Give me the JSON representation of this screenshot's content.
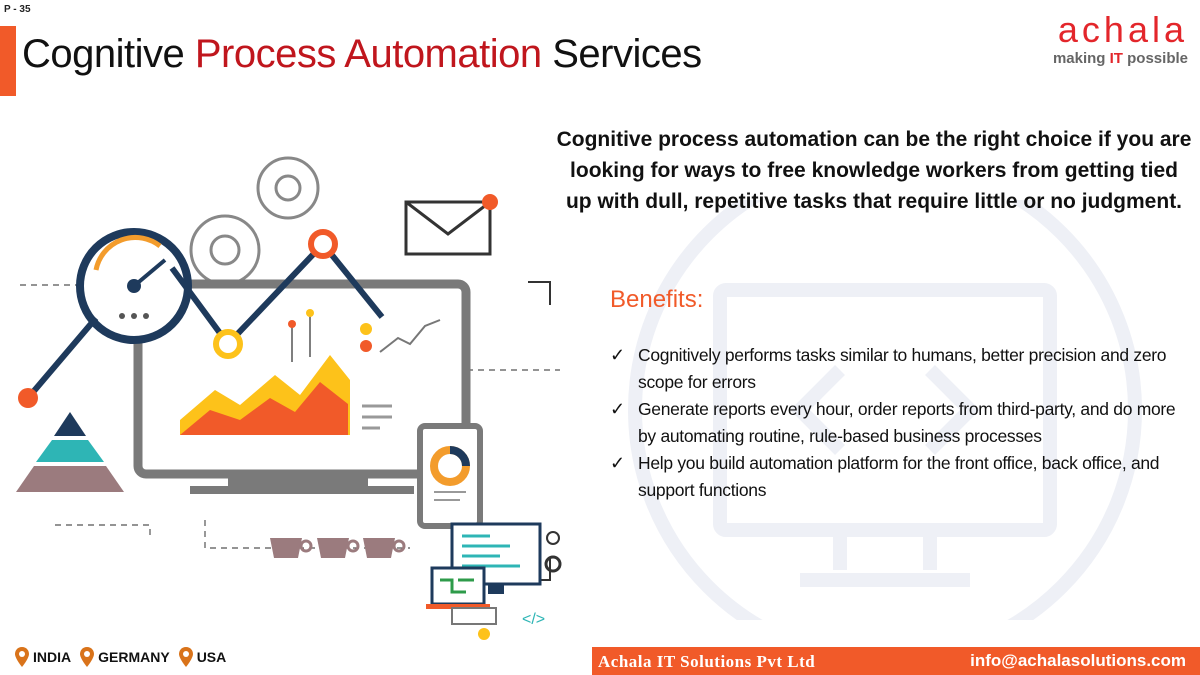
{
  "page": {
    "number": "P - 35"
  },
  "title": {
    "part1": "Cognitive ",
    "highlight": "Process Automation",
    "part2": " Services"
  },
  "logo": {
    "name": "achala",
    "tag_pre": "making ",
    "tag_it": "IT",
    "tag_post": " possible"
  },
  "intro": "Cognitive process automation can be the right choice if you are looking for ways to free knowledge workers from getting tied up with dull, repetitive tasks that require little or no judgment.",
  "benefits": {
    "title": "Benefits:",
    "items": [
      "Cognitively performs tasks similar to humans, better precision and zero scope for errors",
      "Generate reports every hour, order reports from third-party, and do more by automating routine, rule-based business processes",
      "Help you build automation platform for the front office, back office, and support functions"
    ]
  },
  "footer": {
    "locations": [
      "INDIA",
      "GERMANY",
      "USA"
    ],
    "company": "Achala IT Solutions Pvt Ltd",
    "email": "info@achalasolutions.com"
  },
  "illustration": {
    "code_tag": "</>"
  },
  "colors": {
    "accent": "#f15a29",
    "brand_red": "#c0161d",
    "navy": "#1e3a5c"
  }
}
